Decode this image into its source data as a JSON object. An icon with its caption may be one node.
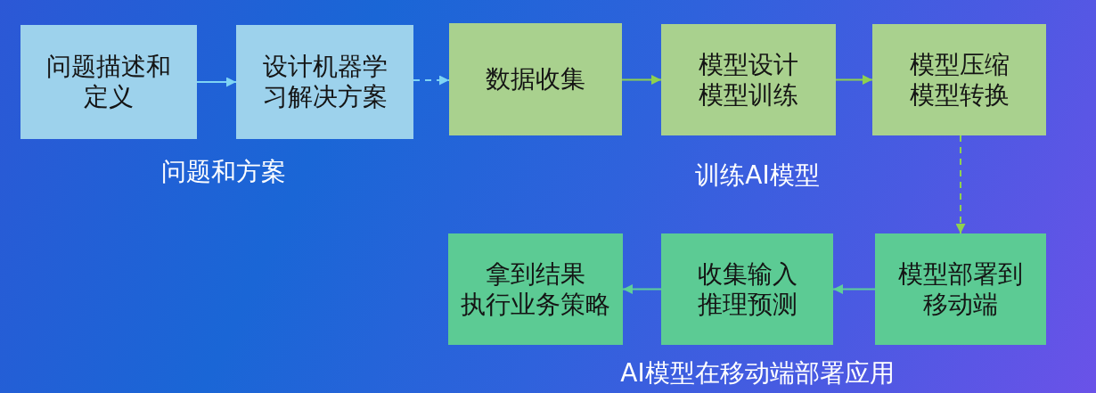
{
  "diagram": {
    "nodes": [
      {
        "text": [
          "问题描述和定义"
        ]
      },
      {
        "text": [
          "设计机器学习解决方案"
        ]
      },
      {
        "text": [
          "数据收集"
        ]
      },
      {
        "text": [
          "模型设计",
          "模型训练"
        ]
      },
      {
        "text": [
          "模型压缩",
          "模型转换"
        ]
      },
      {
        "text": [
          "模型部署到移动端"
        ]
      },
      {
        "text": [
          "收集输入",
          "推理预测"
        ]
      },
      {
        "text": [
          "拿到结果",
          "执行业务策略"
        ]
      }
    ],
    "edges": [
      {
        "from": 0,
        "to": 1,
        "arrow": "to",
        "color": "#7fd4f4"
      },
      {
        "from": 1,
        "to": 2,
        "arrow": "to",
        "style": "dashed",
        "color": "#7fd4f4"
      },
      {
        "from": 2,
        "to": 3,
        "arrow": "to"
      },
      {
        "from": 3,
        "to": 4,
        "arrow": "to"
      },
      {
        "from": 4,
        "to": 5,
        "arrow": "to",
        "style": "dashed"
      },
      {
        "from": 5,
        "to": 6,
        "arrow": "to",
        "color": "#5fcf98"
      },
      {
        "from": 6,
        "to": 7,
        "arrow": "to",
        "color": "#5fcf98"
      }
    ],
    "labels": [
      "问题和方案",
      "训练AI模型",
      "AI模型在移动端部署应用"
    ]
  }
}
